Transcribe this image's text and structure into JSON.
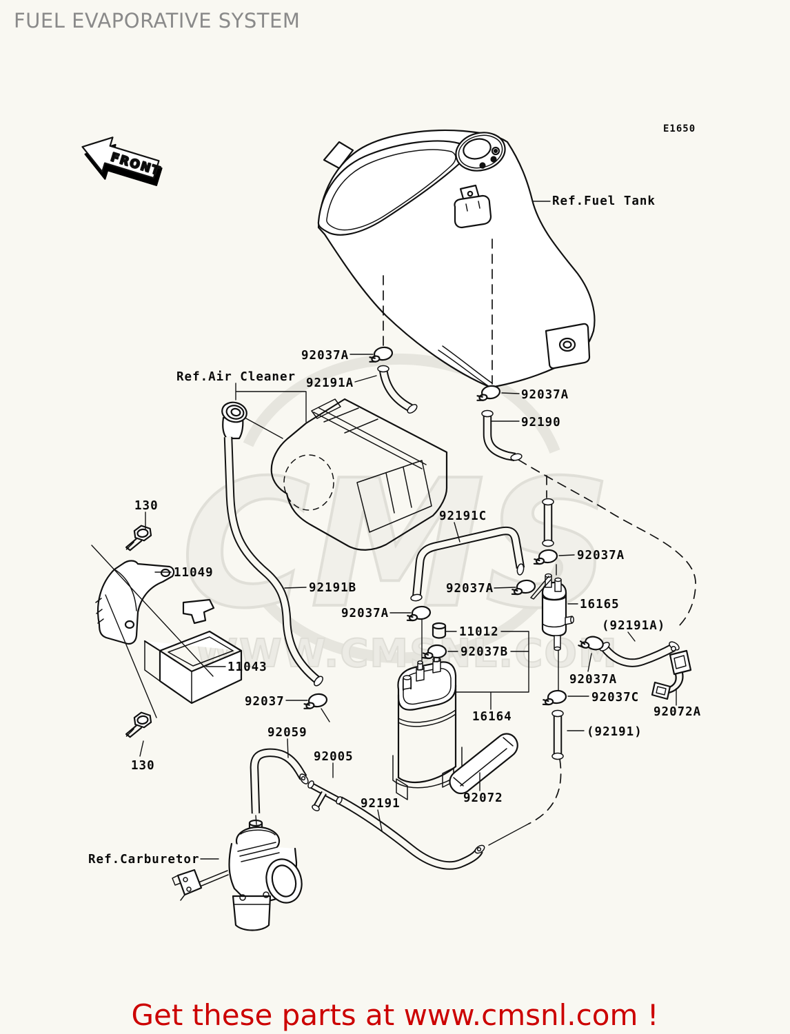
{
  "title": "FUEL EVAPORATIVE SYSTEM",
  "diagram_code": "E1650",
  "footer": {
    "text": "Get these parts at www.cmsnl.com !"
  },
  "watermark": {
    "brand": "CMS",
    "site": "WWW.CMSNL.COM"
  },
  "colors": {
    "background": "#f9f8f2",
    "line": "#111111",
    "title_text": "#8a8a8a",
    "footer_text": "#cc0000",
    "watermark": "#e0dfd8"
  },
  "labels": [
    {
      "text": "E1650",
      "kind": "diagram-code"
    },
    {
      "text": "Ref.Fuel Tank",
      "kind": "reference"
    },
    {
      "text": "92037A",
      "kind": "part-number"
    },
    {
      "text": "Ref.Air Cleaner",
      "kind": "reference"
    },
    {
      "text": "92191A",
      "kind": "part-number"
    },
    {
      "text": "92037A",
      "kind": "part-number"
    },
    {
      "text": "92190",
      "kind": "part-number"
    },
    {
      "text": "92191C",
      "kind": "part-number"
    },
    {
      "text": "130",
      "kind": "part-number"
    },
    {
      "text": "11049",
      "kind": "part-number"
    },
    {
      "text": "92191B",
      "kind": "part-number"
    },
    {
      "text": "92037A",
      "kind": "part-number"
    },
    {
      "text": "92037A",
      "kind": "part-number"
    },
    {
      "text": "16165",
      "kind": "part-number"
    },
    {
      "text": "(92191A)",
      "kind": "part-number"
    },
    {
      "text": "92037A",
      "kind": "part-number"
    },
    {
      "text": "11012",
      "kind": "part-number"
    },
    {
      "text": "92037B",
      "kind": "part-number"
    },
    {
      "text": "11043",
      "kind": "part-number"
    },
    {
      "text": "92037",
      "kind": "part-number"
    },
    {
      "text": "92037A",
      "kind": "part-number"
    },
    {
      "text": "92037C",
      "kind": "part-number"
    },
    {
      "text": "16164",
      "kind": "part-number"
    },
    {
      "text": "92072A",
      "kind": "part-number"
    },
    {
      "text": "(92191)",
      "kind": "part-number"
    },
    {
      "text": "92059",
      "kind": "part-number"
    },
    {
      "text": "92005",
      "kind": "part-number"
    },
    {
      "text": "130",
      "kind": "part-number"
    },
    {
      "text": "92191",
      "kind": "part-number"
    },
    {
      "text": "92072",
      "kind": "part-number"
    },
    {
      "text": "Ref.Carburetor",
      "kind": "reference"
    },
    {
      "text": "FRONT",
      "kind": "direction-marker"
    }
  ]
}
